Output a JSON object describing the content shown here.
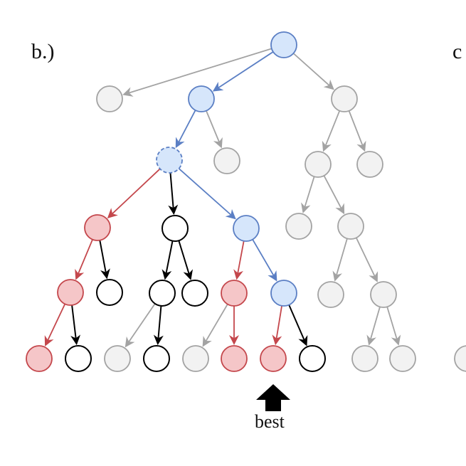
{
  "panel_labels": {
    "b": "b.)",
    "c": "c"
  },
  "best_label": "best",
  "colors": {
    "blue": {
      "fill": "#d6e6fb",
      "stroke": "#5b7fc4"
    },
    "red": {
      "fill": "#f5c6c8",
      "stroke": "#c4474c"
    },
    "black": {
      "fill": "#ffffff",
      "stroke": "#000000"
    },
    "gray": {
      "fill": "#f2f2f2",
      "stroke": "#a3a3a3"
    }
  },
  "nodes": [
    {
      "id": "root",
      "style": "blue"
    },
    {
      "id": "n1a",
      "style": "gray"
    },
    {
      "id": "n1b",
      "style": "blue"
    },
    {
      "id": "n1c",
      "style": "gray"
    },
    {
      "id": "n2a",
      "style": "blue",
      "dashed": true
    },
    {
      "id": "n2b",
      "style": "gray"
    },
    {
      "id": "n2c",
      "style": "gray"
    },
    {
      "id": "n2d",
      "style": "gray"
    },
    {
      "id": "n3a",
      "style": "red"
    },
    {
      "id": "n3b",
      "style": "black"
    },
    {
      "id": "n3c",
      "style": "blue"
    },
    {
      "id": "n3d",
      "style": "gray"
    },
    {
      "id": "n3e",
      "style": "gray"
    },
    {
      "id": "n4a",
      "style": "red"
    },
    {
      "id": "n4b",
      "style": "black"
    },
    {
      "id": "n4c",
      "style": "black"
    },
    {
      "id": "n4d",
      "style": "black"
    },
    {
      "id": "n4e",
      "style": "red"
    },
    {
      "id": "n4f",
      "style": "blue"
    },
    {
      "id": "n4g",
      "style": "gray"
    },
    {
      "id": "n4h",
      "style": "gray"
    },
    {
      "id": "n5a",
      "style": "red"
    },
    {
      "id": "n5b",
      "style": "black"
    },
    {
      "id": "n5c",
      "style": "gray"
    },
    {
      "id": "n5d",
      "style": "black"
    },
    {
      "id": "n5e",
      "style": "gray"
    },
    {
      "id": "n5f",
      "style": "red"
    },
    {
      "id": "n5g",
      "style": "red",
      "best": true
    },
    {
      "id": "n5h",
      "style": "black"
    },
    {
      "id": "n5i",
      "style": "gray"
    },
    {
      "id": "n5j",
      "style": "gray"
    },
    {
      "id": "n5k",
      "style": "gray"
    }
  ],
  "edges": [
    {
      "from": "root",
      "to": "n1a",
      "style": "gray"
    },
    {
      "from": "root",
      "to": "n1b",
      "style": "blue"
    },
    {
      "from": "root",
      "to": "n1c",
      "style": "gray"
    },
    {
      "from": "n1b",
      "to": "n2a",
      "style": "blue"
    },
    {
      "from": "n1b",
      "to": "n2b",
      "style": "gray"
    },
    {
      "from": "n1c",
      "to": "n2c",
      "style": "gray"
    },
    {
      "from": "n1c",
      "to": "n2d",
      "style": "gray"
    },
    {
      "from": "n2a",
      "to": "n3a",
      "style": "red"
    },
    {
      "from": "n2a",
      "to": "n3b",
      "style": "black"
    },
    {
      "from": "n2a",
      "to": "n3c",
      "style": "blue"
    },
    {
      "from": "n2c",
      "to": "n3d",
      "style": "gray"
    },
    {
      "from": "n2c",
      "to": "n3e",
      "style": "gray"
    },
    {
      "from": "n3a",
      "to": "n4a",
      "style": "red"
    },
    {
      "from": "n3a",
      "to": "n4b",
      "style": "black"
    },
    {
      "from": "n3b",
      "to": "n4c",
      "style": "black"
    },
    {
      "from": "n3b",
      "to": "n4d",
      "style": "black"
    },
    {
      "from": "n3c",
      "to": "n4e",
      "style": "red"
    },
    {
      "from": "n3c",
      "to": "n4f",
      "style": "blue"
    },
    {
      "from": "n3e",
      "to": "n4g",
      "style": "gray"
    },
    {
      "from": "n3e",
      "to": "n4h",
      "style": "gray"
    },
    {
      "from": "n4a",
      "to": "n5a",
      "style": "red"
    },
    {
      "from": "n4a",
      "to": "n5b",
      "style": "black"
    },
    {
      "from": "n4c",
      "to": "n5c",
      "style": "gray"
    },
    {
      "from": "n4c",
      "to": "n5d",
      "style": "black"
    },
    {
      "from": "n4e",
      "to": "n5e",
      "style": "gray"
    },
    {
      "from": "n4e",
      "to": "n5f",
      "style": "red"
    },
    {
      "from": "n4f",
      "to": "n5g",
      "style": "red"
    },
    {
      "from": "n4f",
      "to": "n5h",
      "style": "black"
    },
    {
      "from": "n4h",
      "to": "n5i",
      "style": "gray"
    },
    {
      "from": "n4h",
      "to": "n5j",
      "style": "gray"
    }
  ]
}
